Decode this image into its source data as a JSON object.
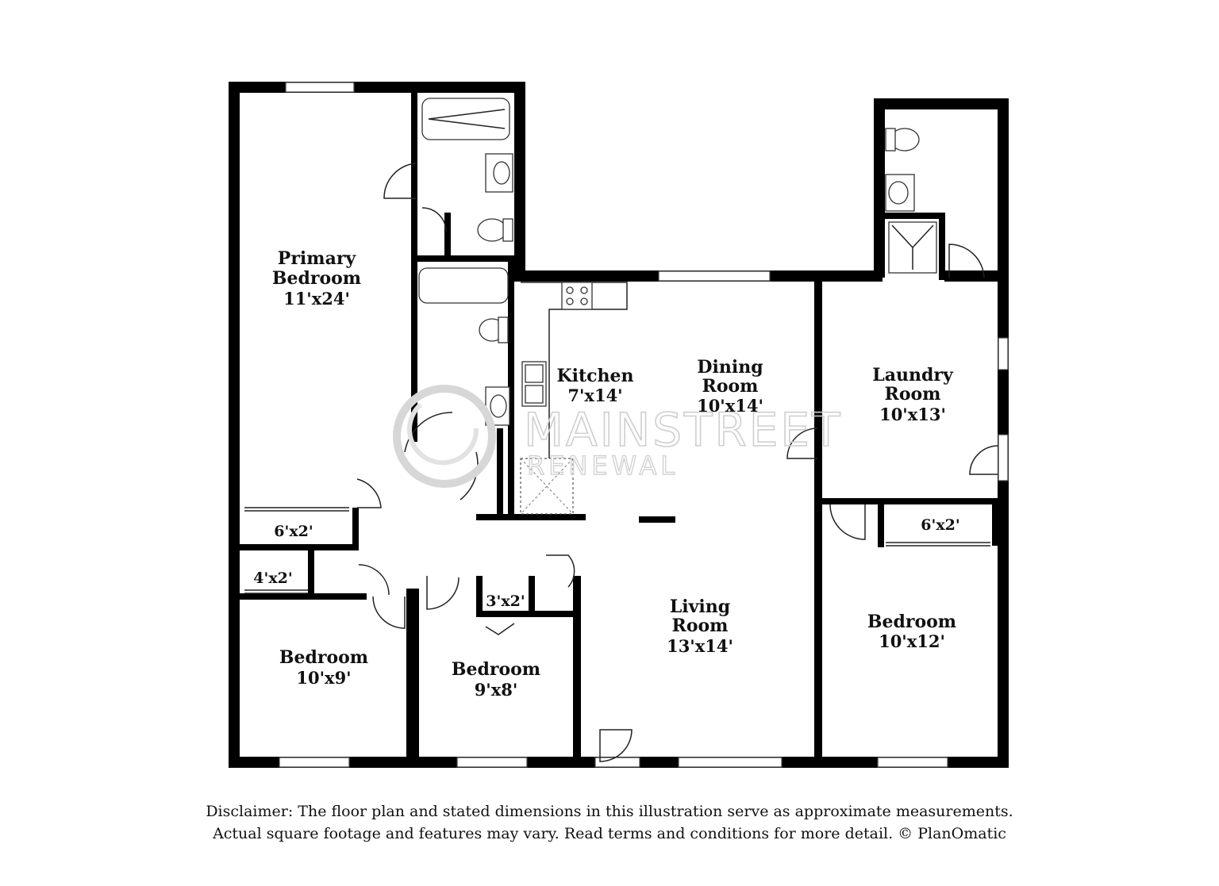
{
  "rooms": {
    "primary_bedroom": {
      "line1": "Primary",
      "line2": "Bedroom",
      "dims": "11'x24'"
    },
    "kitchen": {
      "name": "Kitchen",
      "dims": "7'x14'"
    },
    "dining_room": {
      "line1": "Dining",
      "line2": "Room",
      "dims": "10'x14'"
    },
    "laundry_room": {
      "line1": "Laundry",
      "line2": "Room",
      "dims": "10'x13'"
    },
    "living_room": {
      "line1": "Living",
      "line2": "Room",
      "dims": "13'x14'"
    },
    "bedroom_left": {
      "name": "Bedroom",
      "dims": "10'x9'"
    },
    "bedroom_middle": {
      "name": "Bedroom",
      "dims": "9'x8'"
    },
    "bedroom_right": {
      "name": "Bedroom",
      "dims": "10'x12'"
    },
    "closet_primary": {
      "dims": "6'x2'"
    },
    "closet_left": {
      "dims": "4'x2'"
    },
    "closet_middle": {
      "dims": "3'x2'"
    },
    "closet_right": {
      "dims": "6'x2'"
    }
  },
  "watermark": {
    "line1": "MAINSTREET",
    "line2": "RENEWAL"
  },
  "disclaimer": {
    "line1": "Disclaimer: The floor plan and stated dimensions in this illustration serve as approximate measurements.",
    "line2": "Actual square footage and features may vary. Read terms and conditions for more detail. © PlanOmatic"
  },
  "colors": {
    "wall": "#000000",
    "background": "#ffffff",
    "watermark": "#cfcfcf"
  }
}
